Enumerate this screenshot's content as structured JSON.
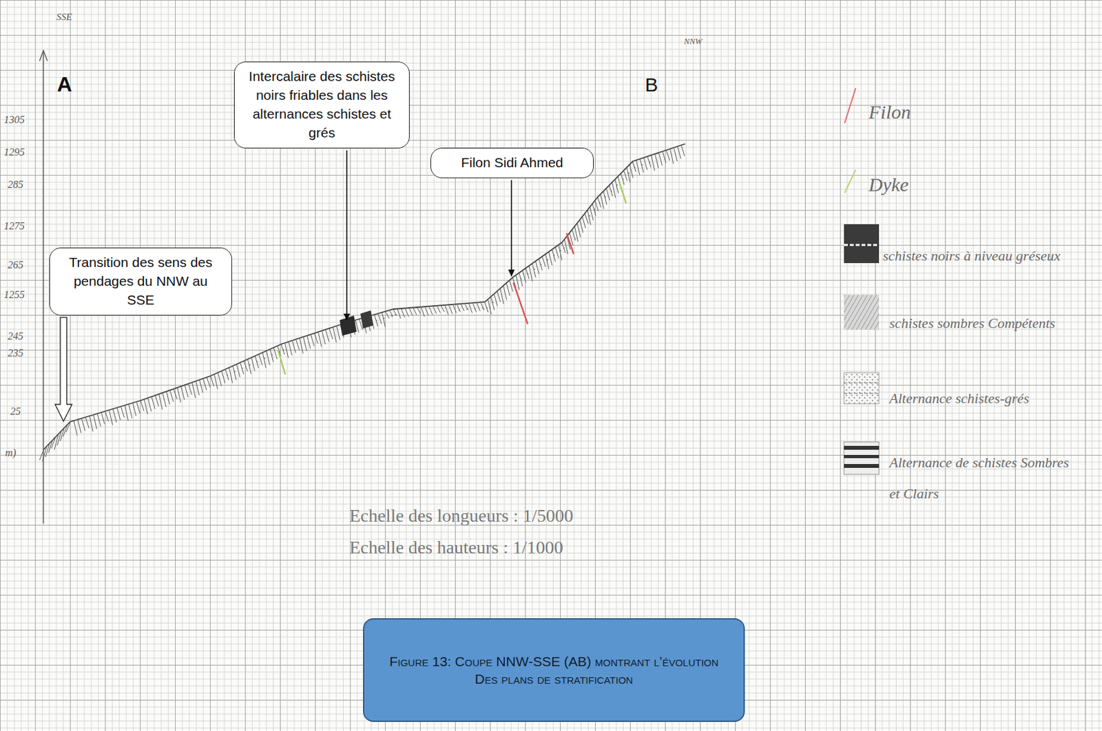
{
  "diagram": {
    "caption": "Figure 13: Coupe NNW-SSE  (AB) montrant l’évolution Des plans de stratification",
    "nodes": [
      {
        "text": [
          "Intercalaire des schistes noirs friables dans les alternances schistes et grés"
        ]
      },
      {
        "text": [
          "Filon Sidi Ahmed"
        ]
      },
      {
        "text": [
          "Transition des sens des pendages du NNW au SSE"
        ]
      }
    ],
    "labels": [
      "SSE",
      "NNW",
      "A",
      "B",
      "1305",
      "1295",
      "285",
      "1275",
      "265",
      "1255",
      "245",
      "235",
      "25",
      "m)",
      "Echelle des longueurs : 1/5000",
      "Echelle des hauteurs : 1/1000"
    ],
    "legend": [
      {
        "text": "Filon"
      },
      {
        "text": "Dyke"
      },
      {
        "text": "schistes noirs à niveau gréseux"
      },
      {
        "text": "schistes sombres Compétents"
      },
      {
        "text": "Alternance schistes-grés"
      },
      {
        "text": "Alternance de schistes Sombres et Clairs"
      }
    ]
  }
}
